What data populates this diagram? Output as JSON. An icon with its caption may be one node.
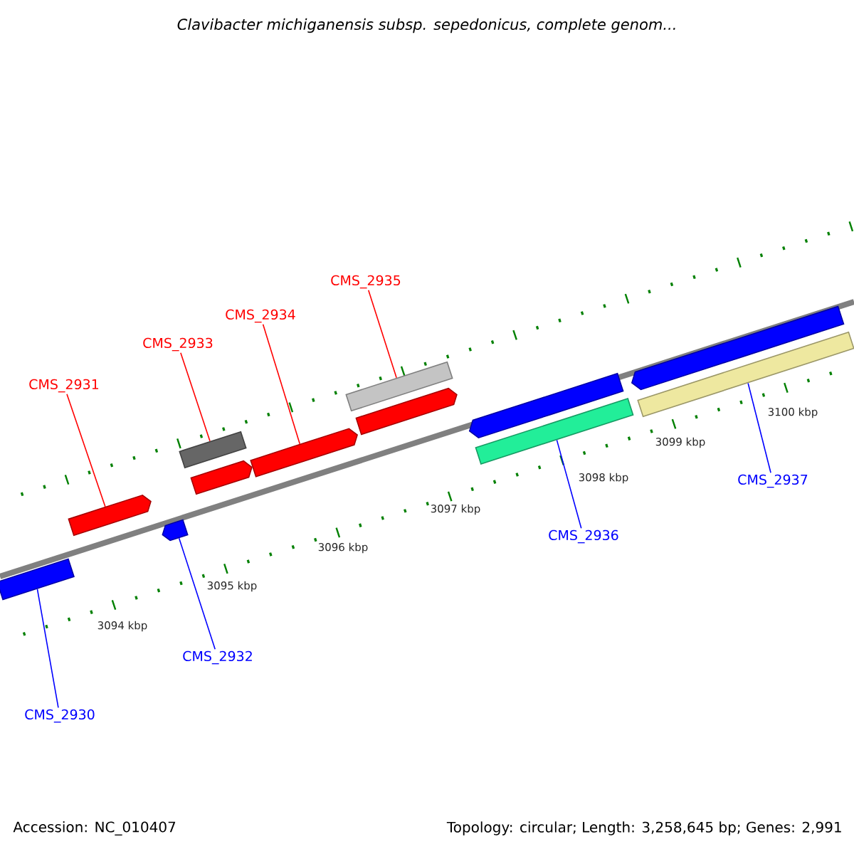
{
  "diagram": {
    "title": "Clavibacter michiganensis subsp. sepedonicus, complete genom...",
    "nodes": [
      {
        "text": [
          "CMS_2930"
        ]
      },
      {
        "text": [
          "CMS_2931"
        ]
      },
      {
        "text": [
          "CMS_2932"
        ]
      },
      {
        "text": [
          "CMS_2933"
        ]
      },
      {
        "text": [
          "CMS_2934"
        ]
      },
      {
        "text": [
          "CMS_2935"
        ]
      },
      {
        "text": [
          "CMS_2936"
        ]
      },
      {
        "text": [
          "CMS_2937"
        ]
      },
      {
        "text": [],
        "shape": "bar"
      },
      {
        "text": [],
        "shape": "bar"
      },
      {
        "text": [],
        "shape": "bar"
      },
      {
        "text": [],
        "shape": "bar"
      },
      {
        "text": [],
        "shape": "bar"
      },
      {
        "text": [],
        "shape": "bar"
      },
      {
        "text": [],
        "shape": "bar"
      },
      {
        "text": [],
        "shape": "bar"
      },
      {
        "text": [],
        "shape": "bar"
      },
      {
        "text": [],
        "shape": "bar"
      },
      {
        "text": [],
        "shape": "bar"
      },
      {
        "text": [],
        "shape": "bar"
      }
    ],
    "edges": [
      {
        "from": 0,
        "to": 8,
        "arrow": "none",
        "color": "#0000ff"
      },
      {
        "from": 1,
        "to": 9,
        "arrow": "none",
        "color": "#ff0000"
      },
      {
        "from": 2,
        "to": 10,
        "arrow": "none",
        "color": "#0000ff"
      },
      {
        "from": 3,
        "to": 11,
        "arrow": "none",
        "color": "#ff0000"
      },
      {
        "from": 4,
        "to": 13,
        "arrow": "none",
        "color": "#ff0000"
      },
      {
        "from": 5,
        "to": 14,
        "arrow": "none",
        "color": "#ff0000"
      },
      {
        "from": 6,
        "to": 17,
        "arrow": "none",
        "color": "#0000ff"
      },
      {
        "from": 7,
        "to": 19,
        "arrow": "none",
        "color": "#0000ff"
      }
    ],
    "labels": [
      "3094 kbp",
      "3095 kbp",
      "3096 kbp",
      "3097 kbp",
      "3098 kbp",
      "3099 kbp",
      "3100 kbp",
      "Accession: NC_010407",
      "Topology: circular; Length: 3,258,645 bp; Genes: 2,991"
    ]
  }
}
